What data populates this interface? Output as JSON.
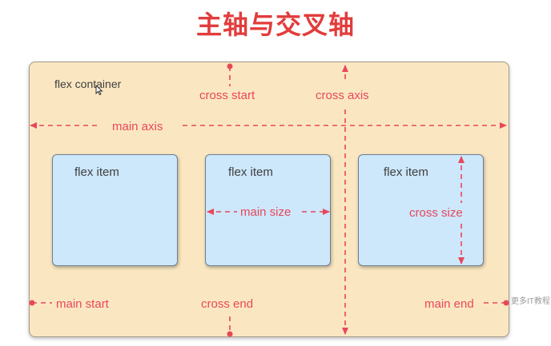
{
  "title": "主轴与交叉轴",
  "container": {
    "label": "flex container"
  },
  "items": [
    {
      "label": "flex item"
    },
    {
      "label": "flex item"
    },
    {
      "label": "flex item"
    }
  ],
  "labels": {
    "main_axis": "main axis",
    "cross_axis": "cross axis",
    "cross_start": "cross start",
    "cross_end": "cross end",
    "main_start": "main start",
    "main_end": "main end",
    "main_size": "main size",
    "cross_size": "cross size"
  },
  "watermark": "更多IT教程",
  "colors": {
    "title": "#e23c3c",
    "annotation": "#e8475a",
    "container_fill": "#fae7c1",
    "item_fill": "#cde7fb"
  }
}
